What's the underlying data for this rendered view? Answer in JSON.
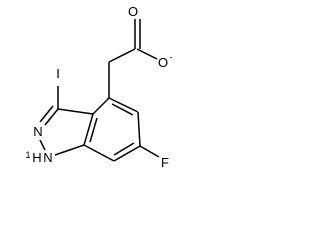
{
  "structure": {
    "atoms": {
      "carbonyl_o": "O",
      "ester_o": "O",
      "ester_o_charge": "-",
      "iodine": "I",
      "n_ring": "N",
      "n_h": "N",
      "n_h_hydrogen": "H",
      "n_h_locant": "1",
      "fluorine": "F"
    }
  },
  "colors": {
    "bond": "#000000",
    "label": "#000000",
    "background": "#ffffff"
  }
}
